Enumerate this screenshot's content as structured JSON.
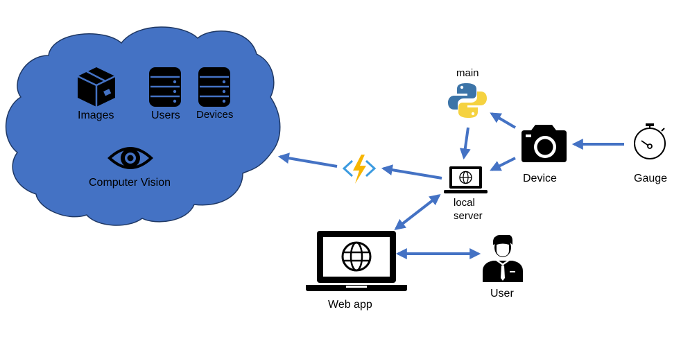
{
  "cloud": {
    "images_label": "Images",
    "users_label": "Users",
    "devices_label": "Devices",
    "cv_label": "Computer Vision"
  },
  "nodes": {
    "main_label": "main",
    "local_server_label_1": "local",
    "local_server_label_2": "server",
    "device_label": "Device",
    "gauge_label": "Gauge",
    "webapp_label": "Web app",
    "user_label": "User"
  },
  "icons": {
    "cloud": "cloud-icon",
    "images": "box-icon",
    "users": "database-icon",
    "devices": "database-icon",
    "cv": "eye-icon",
    "function": "azure-function-icon",
    "main": "python-icon",
    "local_server": "laptop-globe-icon",
    "device": "camera-icon",
    "gauge": "stopwatch-icon",
    "webapp": "laptop-globe-icon",
    "user": "user-icon"
  },
  "colors": {
    "cloud_fill": "#4472C4",
    "cloud_stroke": "#1F3864",
    "arrow": "#4472C4",
    "function_yellow": "#F7B500",
    "function_blue": "#3C9BE0",
    "python_blue": "#3C74A8",
    "python_yellow": "#F5D240"
  }
}
